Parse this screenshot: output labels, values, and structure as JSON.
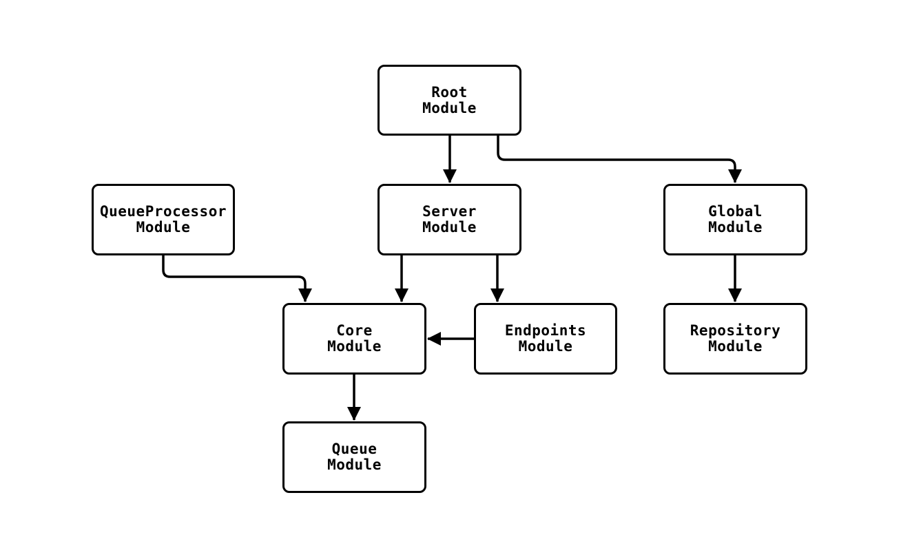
{
  "diagram": {
    "type": "flowchart-module-dependency",
    "background_color": "#ffffff",
    "box_fill_color": "#ffffff",
    "box_border_color": "#000000",
    "line_color": "#000000",
    "text_color": "#000000",
    "nodes": [
      {
        "id": "root",
        "line1": "Root",
        "line2": "Module"
      },
      {
        "id": "queueprocessor",
        "line1": "QueueProcessor",
        "line2": "Module"
      },
      {
        "id": "server",
        "line1": "Server",
        "line2": "Module"
      },
      {
        "id": "global",
        "line1": "Global",
        "line2": "Module"
      },
      {
        "id": "core",
        "line1": "Core",
        "line2": "Module"
      },
      {
        "id": "endpoints",
        "line1": "Endpoints",
        "line2": "Module"
      },
      {
        "id": "repository",
        "line1": "Repository",
        "line2": "Module"
      },
      {
        "id": "queue",
        "line1": "Queue",
        "line2": "Module"
      }
    ],
    "edges": [
      {
        "from": "Root Module",
        "to": "Server Module"
      },
      {
        "from": "Root Module",
        "to": "Global Module"
      },
      {
        "from": "QueueProcessor Module",
        "to": "Core Module"
      },
      {
        "from": "Server Module",
        "to": "Core Module"
      },
      {
        "from": "Server Module",
        "to": "Endpoints Module"
      },
      {
        "from": "Endpoints Module",
        "to": "Core Module"
      },
      {
        "from": "Global Module",
        "to": "Repository Module"
      },
      {
        "from": "Core Module",
        "to": "Queue Module"
      }
    ]
  }
}
